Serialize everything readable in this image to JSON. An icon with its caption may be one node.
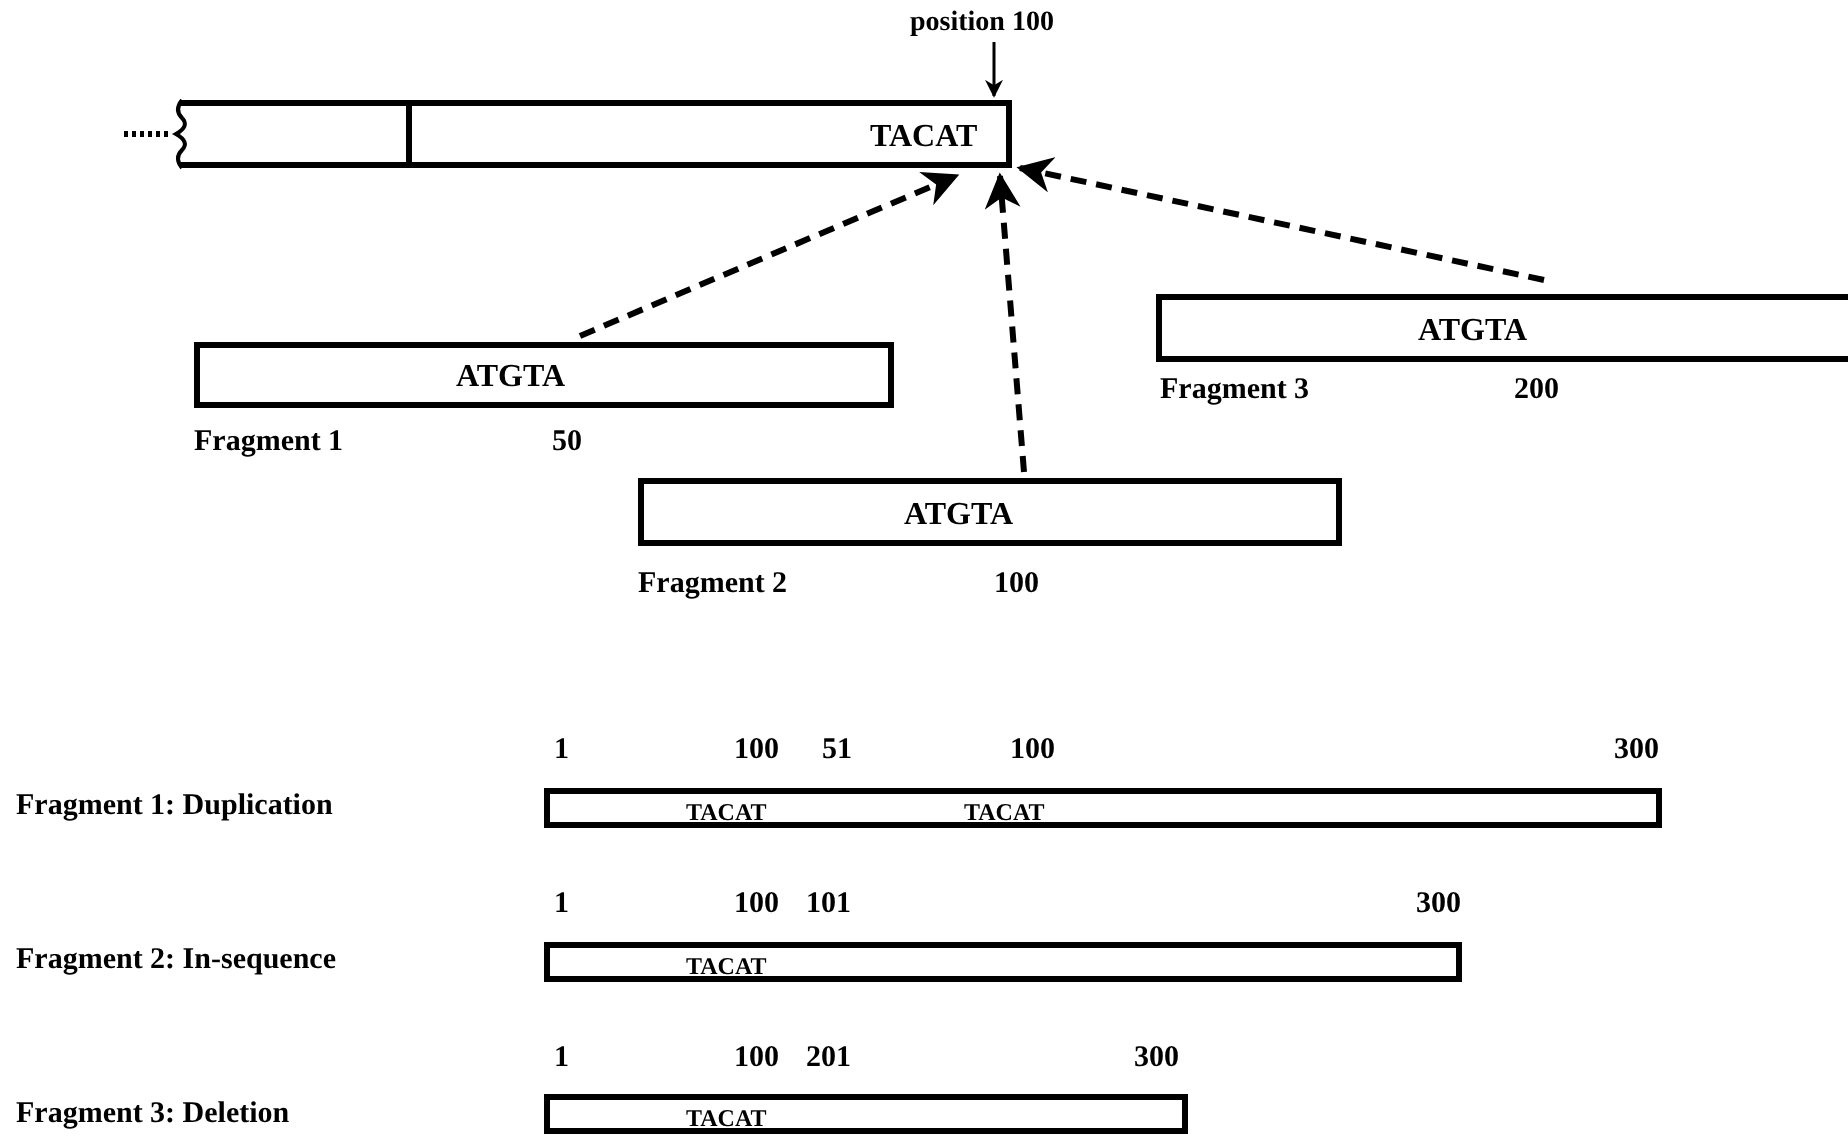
{
  "diagram": {
    "nodes": [
      {
        "text": [
          "position 100"
        ]
      },
      {
        "text": [
          "TACAT"
        ]
      },
      {
        "text": [
          "ATGTA"
        ],
        "beside": [
          "Fragment 1",
          "50"
        ]
      },
      {
        "text": [
          "ATGTA"
        ],
        "beside": [
          "Fragment 2",
          "100"
        ]
      },
      {
        "text": [
          "ATGTA"
        ],
        "beside": [
          "Fragment 3",
          "200"
        ]
      },
      {
        "text": [
          "TACAT",
          "TACAT"
        ],
        "beside": [
          "1",
          "100",
          "51",
          "100",
          "300"
        ]
      },
      {
        "text": [
          "TACAT"
        ],
        "beside": [
          "1",
          "100",
          "101",
          "300"
        ]
      },
      {
        "text": [
          "TACAT"
        ],
        "beside": [
          "1",
          "100",
          "201",
          "300"
        ]
      }
    ],
    "labels": [
      "Fragment 1: Duplication",
      "Fragment 2: In-sequence",
      "Fragment 3: Deletion"
    ],
    "edges": [
      {
        "from": 0,
        "to": 1,
        "arrow": "to"
      },
      {
        "from": 2,
        "to": 1,
        "arrow": "to",
        "style": "dashed"
      },
      {
        "from": 3,
        "to": 1,
        "arrow": "to",
        "style": "dashed"
      },
      {
        "from": 4,
        "to": 1,
        "arrow": "to",
        "style": "dashed"
      }
    ]
  }
}
